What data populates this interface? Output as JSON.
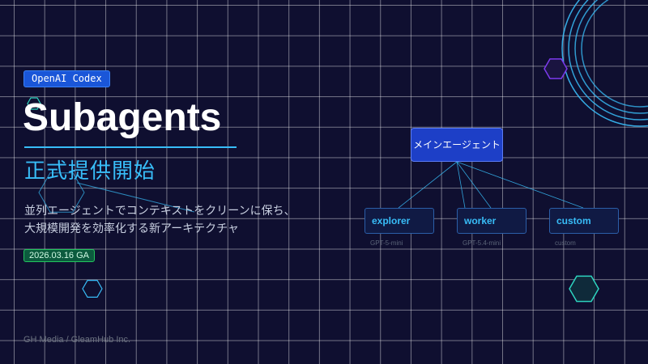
{
  "badge": {
    "label": "OpenAI Codex"
  },
  "hero": {
    "title": "Subagents",
    "subtitle": "正式提供開始",
    "description_lines": [
      "並列エージェントでコンテキストをクリーンに保ち、",
      "大規模開発を効率化する新アーキテクチャ"
    ],
    "date_badge": "2026.03.16  GA"
  },
  "diagram": {
    "main_agent": "メインエージェント",
    "subagents": [
      {
        "name": "explorer",
        "caption": "GPT-5-mini"
      },
      {
        "name": "worker",
        "caption": "GPT-5.4-mini"
      },
      {
        "name": "custom",
        "caption": "custom"
      }
    ]
  },
  "footer": {
    "credit": "GH Media / GleamHub Inc."
  },
  "colors": {
    "background": "#0f0f30",
    "accent": "#38bdf8",
    "badge": "#1a56d8",
    "main_node": "#1d3fc7",
    "ga_badge": "#0c5a3e",
    "hex_teal": "#2dd4bf",
    "hex_purple": "#7c3aed"
  }
}
